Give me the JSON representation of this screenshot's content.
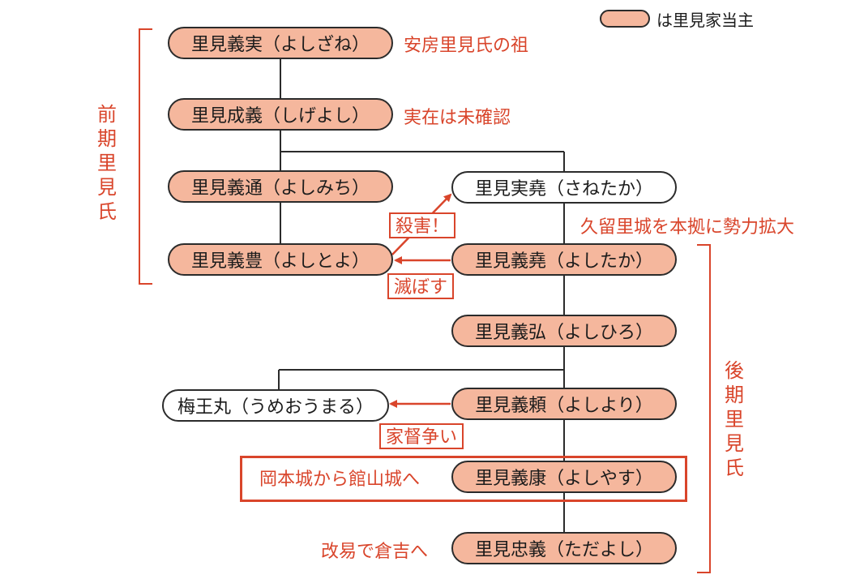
{
  "legend": {
    "text": "は里見家当主"
  },
  "side_labels": {
    "early": "前期里見氏",
    "late": "後期里見氏"
  },
  "nodes": {
    "yoshizane": "里見義実（よしざね）",
    "shigeyoshi": "里見成義（しげよし）",
    "yoshimichi": "里見義通（よしみち）",
    "sanetaka": "里見実堯（さねたか）",
    "yoshitoyo": "里見義豊（よしとよ）",
    "yoshitaka": "里見義堯（よしたか）",
    "yoshihiro": "里見義弘（よしひろ）",
    "umeomaru": "梅王丸（うめおうまる）",
    "yoshiyori": "里見義頼（よしより）",
    "yoshiyasu": "里見義康（よしやす）",
    "tadayoshi": "里見忠義（ただよし）"
  },
  "notes": {
    "yoshizane": "安房里見氏の祖",
    "shigeyoshi": "実在は未確認",
    "kururi": "久留里城を本拠に勢力拡大",
    "tateyama": "岡本城から館山城へ",
    "kaieki": "改易で倉吉へ"
  },
  "tags": {
    "satsugai": "殺害！",
    "horobosu": "滅ぼす",
    "katoku": "家督争い"
  },
  "colors": {
    "lord_fill": "#f5b79d",
    "accent": "#d9452b",
    "line": "#2b2b2b"
  }
}
